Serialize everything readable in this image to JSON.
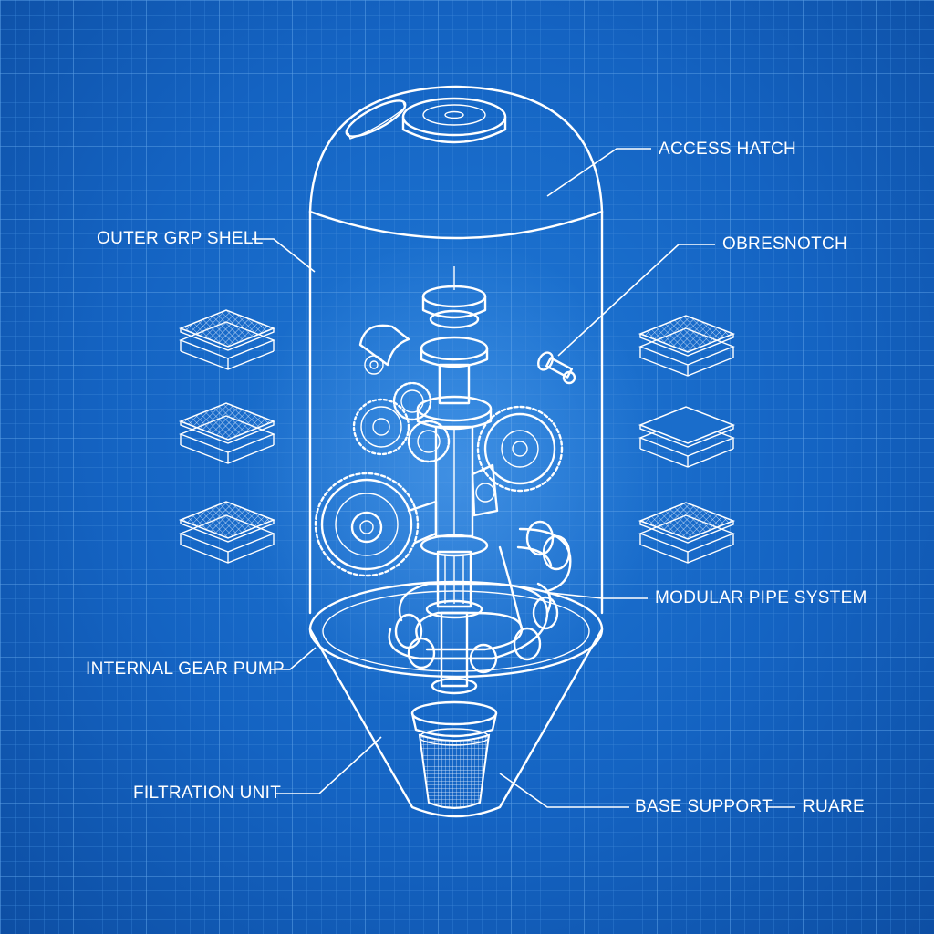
{
  "colors": {
    "background": "#1463c2",
    "grid_minor": "#3b86d8",
    "grid_major": "#4f96e0",
    "line": "#ffffff"
  },
  "labels": {
    "access_hatch": "ACCESS HATCH",
    "outer_grp_shell": "OUTER GRP SHELL",
    "obresnotch": "OBRESNOTCH",
    "modular_pipe_system": "MODULAR PIPE SYSTEM",
    "internal_gear_pump": "INTERNAL GEAR PUMP",
    "filtration_unit": "FILTRATION UNIT",
    "base_support": "BASE SUPPORT",
    "ruare": "RUARE"
  },
  "icons": {
    "filter_pads_left": [
      "mesh-layer-icon",
      "mesh-layer-icon",
      "mesh-layer-icon"
    ],
    "filter_pads_right": [
      "mesh-layer-icon",
      "plate-layer-icon",
      "mesh-layer-icon"
    ]
  }
}
